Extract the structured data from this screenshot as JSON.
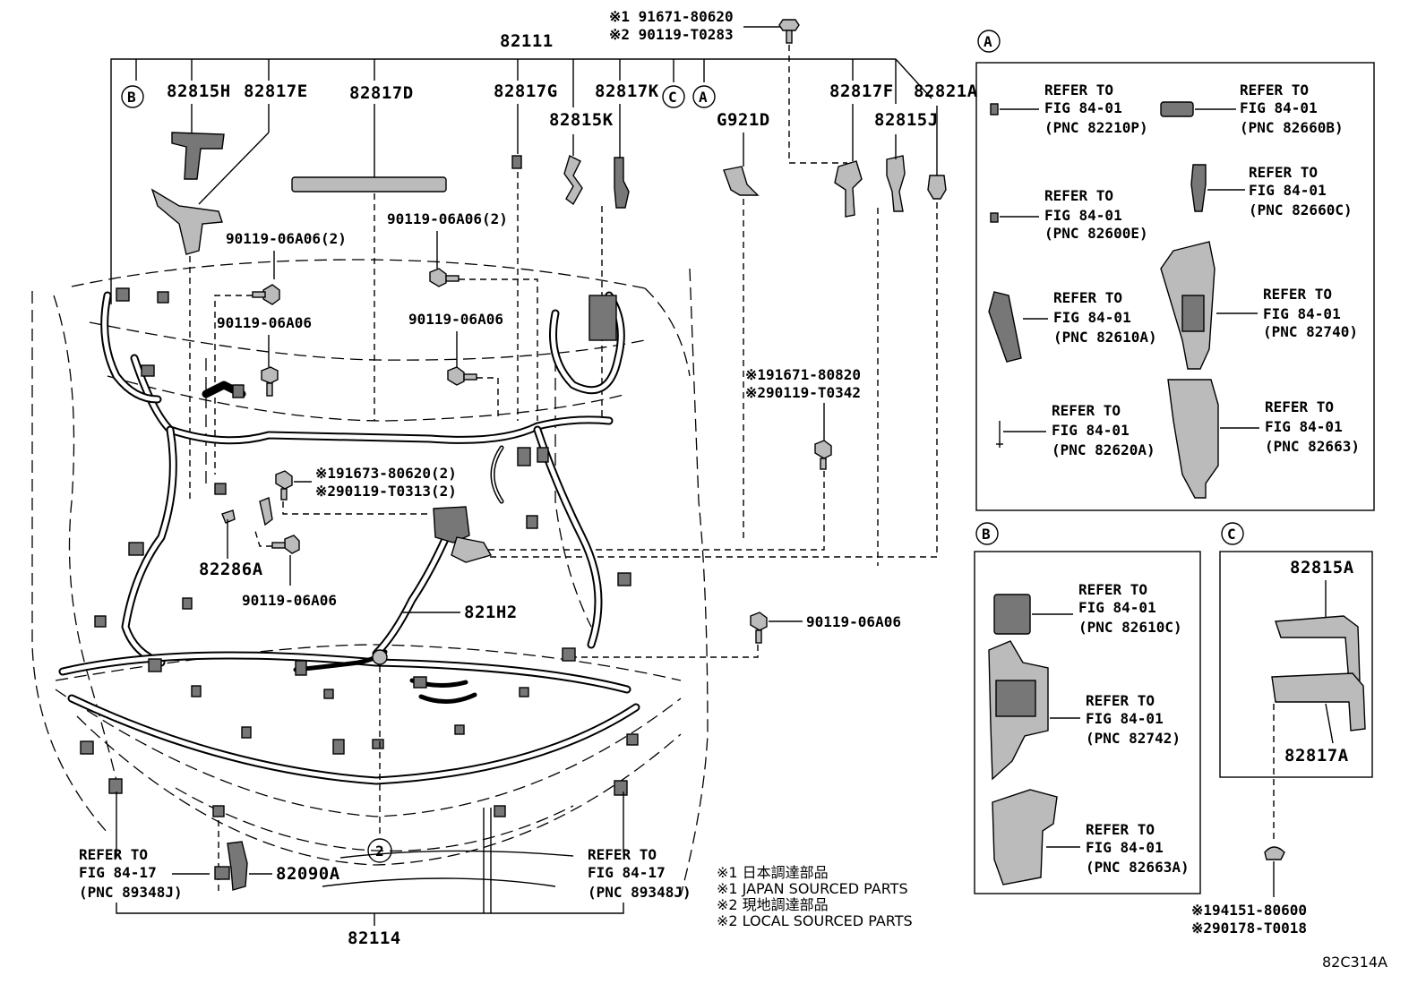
{
  "harness": {
    "main": "82111",
    "sub": "82114"
  },
  "top_bolt": {
    "line1": "※1 91671-80620",
    "line2": "※2 90119-T0283"
  },
  "parts": {
    "p82815H": "82815H",
    "p82817E": "82817E",
    "p82817D": "82817D",
    "p82817G": "82817G",
    "p82817K": "82817K",
    "p82815K": "82815K",
    "pG921D": "G921D",
    "p82817F": "82817F",
    "p82821A": "82821A",
    "p82815J": "82815J",
    "p82286A": "82286A",
    "p821H2": "821H2",
    "p82090A": "82090A"
  },
  "bolts": {
    "b1": "90119-06A06(2)",
    "b2": "90119-06A06(2)",
    "b3": "90119-06A06",
    "b4": "90119-06A06",
    "b5": "90119-06A06",
    "b6": "90119-06A06"
  },
  "bolt_pairs": {
    "mid_line1": "※191671-80820",
    "mid_line2": "※290119-T0342",
    "left_line1": "※191673-80620(2)",
    "left_line2": "※290119-T0313(2)"
  },
  "callouts": {
    "A": "A",
    "B": "B",
    "C": "C",
    "two": "2"
  },
  "refer_left": {
    "l1": "REFER TO",
    "l2": "FIG 84-17",
    "l3": "(PNC 89348J)"
  },
  "refer_right": {
    "l1": "REFER TO",
    "l2": "FIG 84-17",
    "l3": "(PNC 89348J)"
  },
  "panel_A": {
    "title": "A",
    "items": [
      {
        "l1": "REFER TO",
        "l2": "FIG 84-01",
        "l3": "(PNC 82210P)"
      },
      {
        "l1": "REFER TO",
        "l2": "FIG 84-01",
        "l3": "(PNC 82660B)"
      },
      {
        "l1": "REFER TO",
        "l2": "FIG 84-01",
        "l3": "(PNC 82600E)"
      },
      {
        "l1": "REFER TO",
        "l2": "FIG 84-01",
        "l3": "(PNC 82660C)"
      },
      {
        "l1": "REFER TO",
        "l2": "FIG 84-01",
        "l3": "(PNC 82610A)"
      },
      {
        "l1": "REFER TO",
        "l2": "FIG 84-01",
        "l3": "(PNC 82740)"
      },
      {
        "l1": "REFER TO",
        "l2": "FIG 84-01",
        "l3": "(PNC 82620A)"
      },
      {
        "l1": "REFER TO",
        "l2": "FIG 84-01",
        "l3": "(PNC 82663)"
      }
    ]
  },
  "panel_B": {
    "title": "B",
    "items": [
      {
        "l1": "REFER TO",
        "l2": "FIG 84-01",
        "l3": "(PNC 82610C)"
      },
      {
        "l1": "REFER TO",
        "l2": "FIG 84-01",
        "l3": "(PNC 82742)"
      },
      {
        "l1": "REFER TO",
        "l2": "FIG 84-01",
        "l3": "(PNC 82663A)"
      }
    ]
  },
  "panel_C": {
    "title": "C",
    "top_part": "82815A",
    "bottom_part": "82817A",
    "clip_line1": "※194151-80600",
    "clip_line2": "※290178-T0018"
  },
  "legend": {
    "l1": "※1 日本調達部品",
    "l2": "※1 JAPAN SOURCED PARTS",
    "l3": "※2 現地調達部品",
    "l4": "※2 LOCAL SOURCED PARTS"
  },
  "figure_code": "82C314A"
}
